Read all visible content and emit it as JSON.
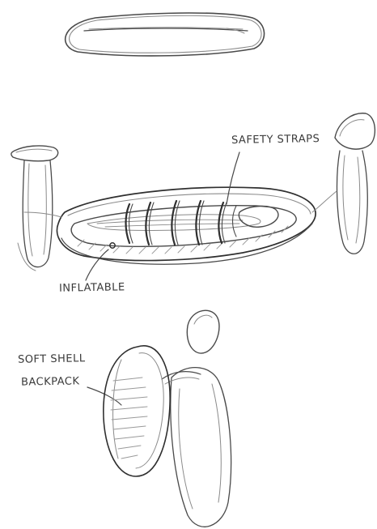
{
  "labels": {
    "safety_straps": "SAFETY STRAPS",
    "inflatable": "INFLATABLE",
    "soft_shell": "SOFT SHELL",
    "backpack": "BACKPACK"
  },
  "colors": {
    "pencil": "#4a4a4a",
    "pencil_light": "#8a8a8a",
    "paper": "#ffffff"
  }
}
